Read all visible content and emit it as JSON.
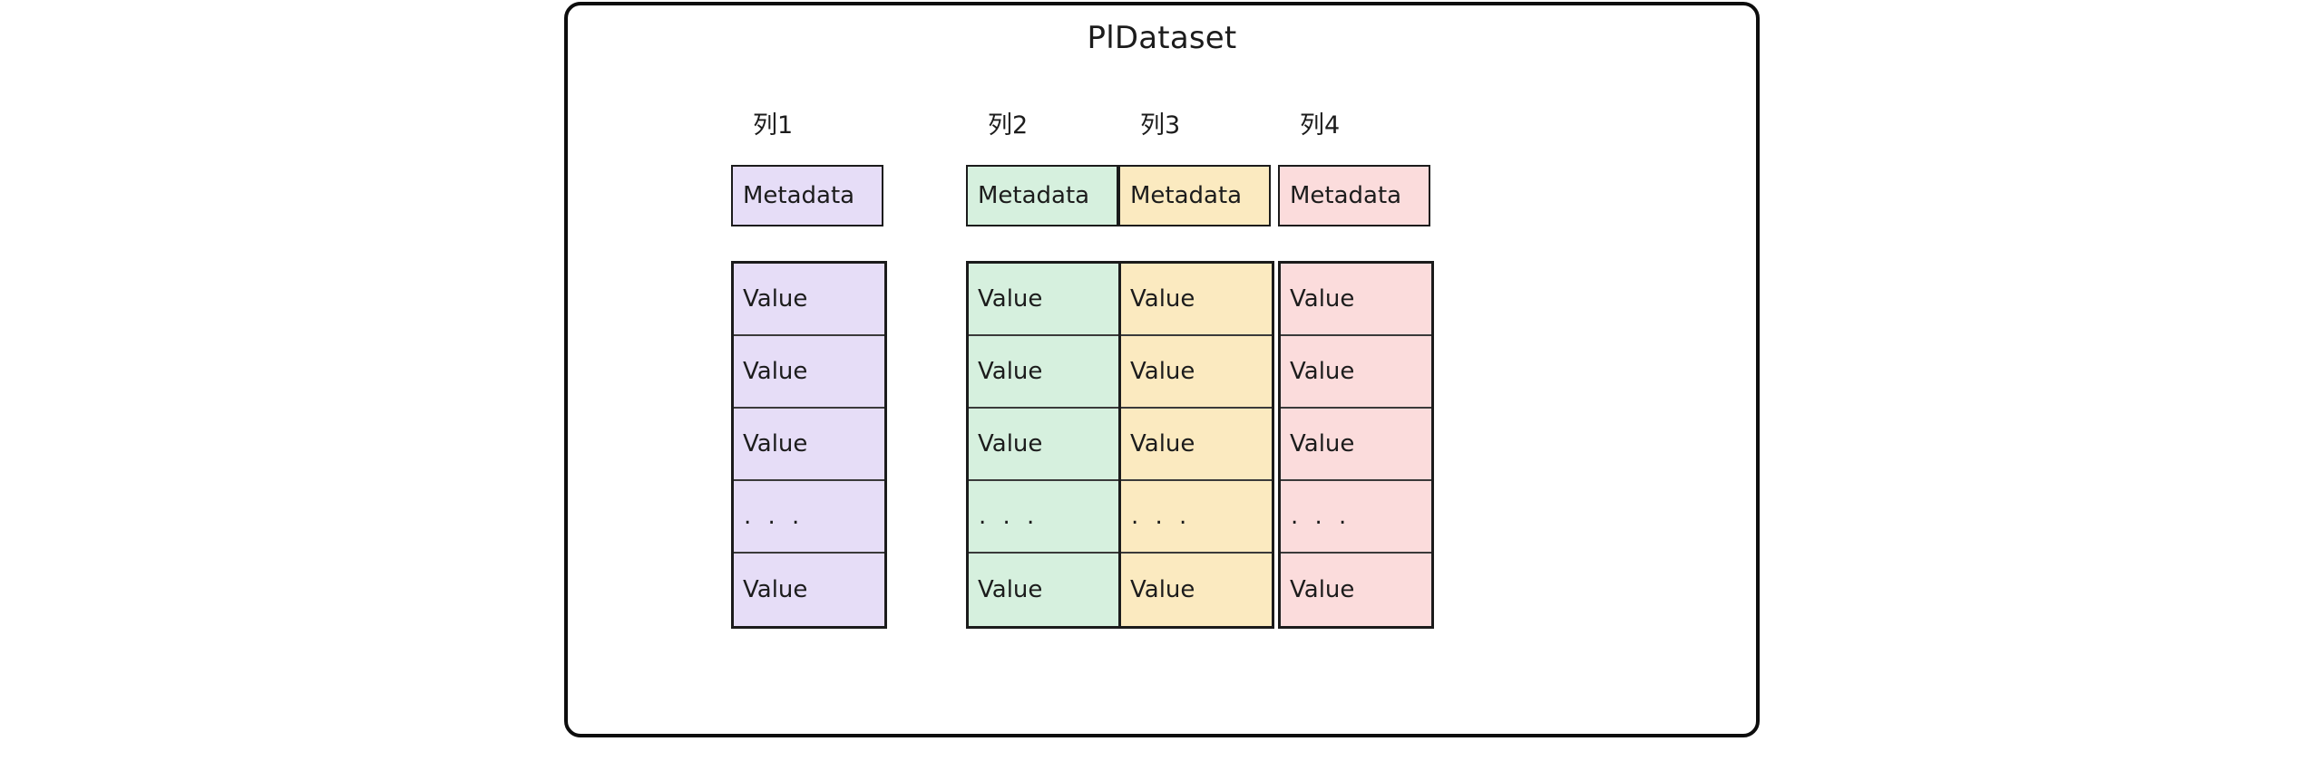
{
  "diagram": {
    "title": "PlDataset",
    "frame_border_color": "#0d0d0d",
    "background": "#ffffff"
  },
  "columns": [
    {
      "header": "列1",
      "metadata_label": "Metadata",
      "fill": "#e6ddf7",
      "border": "#1b1b1b",
      "cells": [
        "Value",
        "Value",
        "Value",
        ". . .",
        "Value"
      ]
    },
    {
      "header": "列2",
      "metadata_label": "Metadata",
      "fill": "#d6f0de",
      "border": "#1b1b1b",
      "cells": [
        "Value",
        "Value",
        "Value",
        ". . .",
        "Value"
      ]
    },
    {
      "header": "列3",
      "metadata_label": "Metadata",
      "fill": "#fbeac0",
      "border": "#1b1b1b",
      "cells": [
        "Value",
        "Value",
        "Value",
        ". . .",
        "Value"
      ]
    },
    {
      "header": "列4",
      "metadata_label": "Metadata",
      "fill": "#fbdcdc",
      "border": "#1b1b1b",
      "cells": [
        "Value",
        "Value",
        "Value",
        ". . .",
        "Value"
      ]
    }
  ]
}
